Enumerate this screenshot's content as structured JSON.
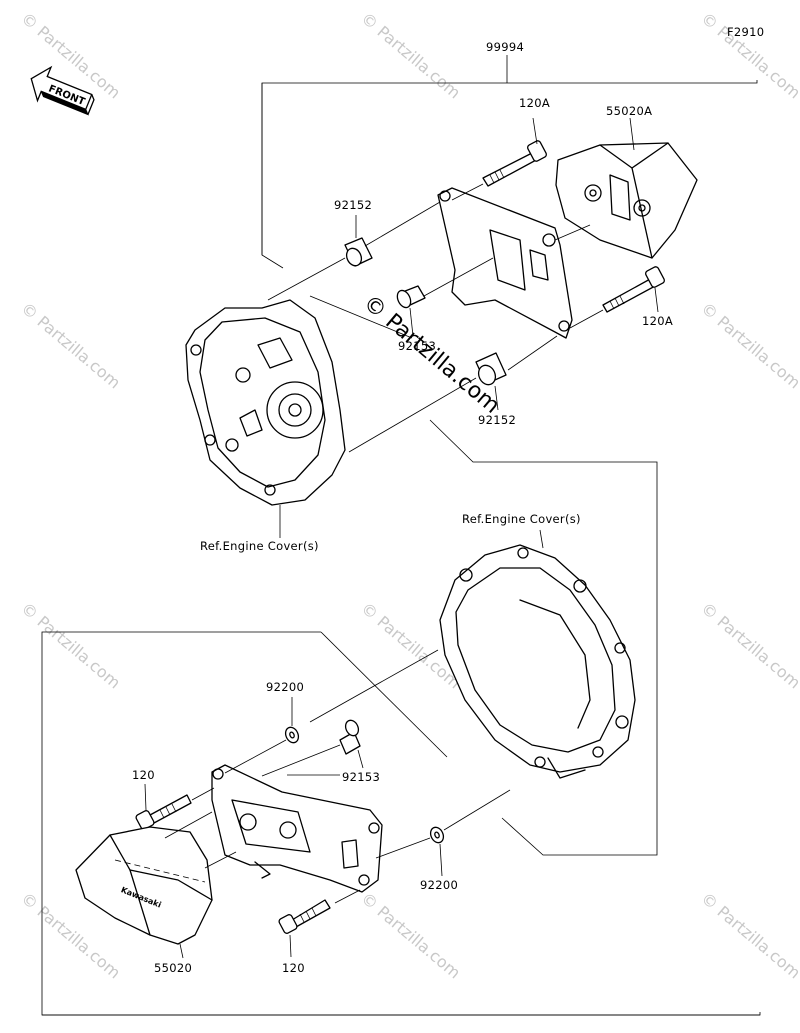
{
  "figure_code": "F2910",
  "front_label": "FRONT",
  "watermark": "© Partzilla.com",
  "labels": {
    "kit": "99994",
    "bolt_upper_top": "120A",
    "slider_upper": "55020A",
    "collar_upper_left": "92152",
    "bolt_upper_right": "120A",
    "screw_upper": "92153",
    "collar_upper_right": "92152",
    "ref_cover_left": "Ref.Engine Cover(s)",
    "ref_cover_right": "Ref.Engine Cover(s)",
    "washer_lower_top": "92200",
    "bolt_lower_left": "120",
    "screw_lower": "92153",
    "washer_lower_right": "92200",
    "slider_lower": "55020",
    "bolt_lower_bottom": "120"
  },
  "brand_on_slider": "Kawasaki"
}
